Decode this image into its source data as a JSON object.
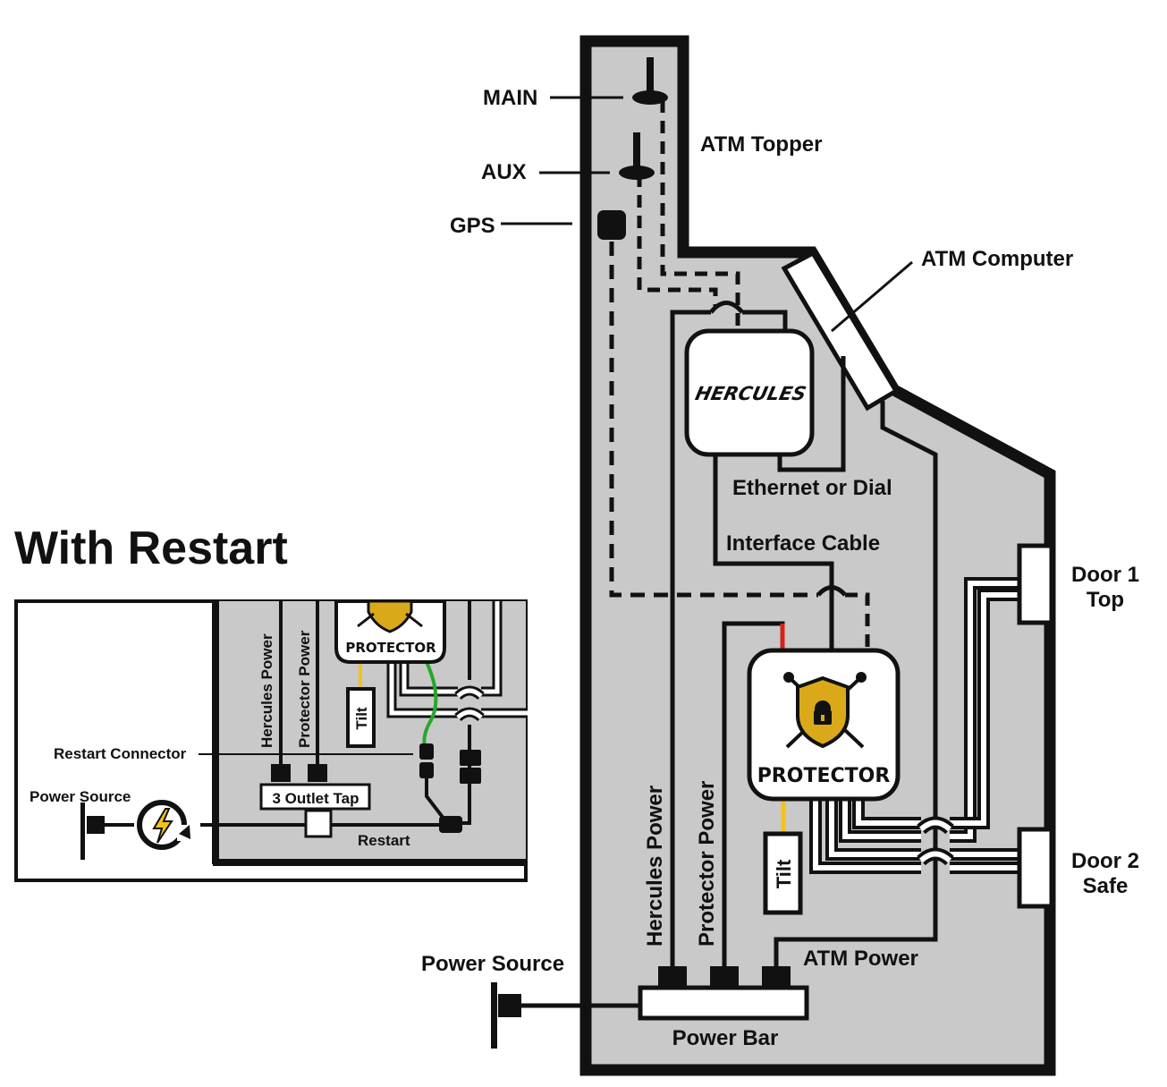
{
  "colors": {
    "enclosure_fill": "#c9c9c9",
    "outline": "#111111",
    "tilt_wire": "#f2c21b",
    "restart_wire": "#27a82b",
    "power_wire_red": "#d4241c",
    "shield_gold": "#d9a91a"
  },
  "labels": {
    "main": "MAIN",
    "aux": "AUX",
    "gps": "GPS",
    "atm_topper": "ATM Topper",
    "atm_computer": "ATM Computer",
    "ethernet_or_dial": "Ethernet or Dial",
    "interface_cable": "Interface Cable",
    "door1_line1": "Door 1",
    "door1_line2": "Top",
    "door2_line1": "Door 2",
    "door2_line2": "Safe",
    "hercules_power": "Hercules Power",
    "protector_power": "Protector Power",
    "atm_power": "ATM Power",
    "power_source": "Power Source",
    "power_bar": "Power Bar",
    "tilt": "Tilt",
    "hercules_logo": "HERCULES",
    "protector_logo": "PROTECTOR"
  },
  "inset": {
    "heading": "With Restart",
    "hercules_power": "Hercules Power",
    "protector_power": "Protector Power",
    "restart_connector": "Restart Connector",
    "power_source": "Power Source",
    "outlet_tap": "3 Outlet Tap",
    "restart": "Restart",
    "tilt": "Tilt",
    "protector_logo": "PROTECTOR"
  },
  "icons": {
    "main_antenna": "antenna-icon",
    "aux_antenna": "antenna-icon",
    "gps_module": "gps-module-icon",
    "power_plug": "power-plug-icon",
    "restart_device": "lightning-restart-icon",
    "protector_emblem": "shield-lock-icon"
  }
}
